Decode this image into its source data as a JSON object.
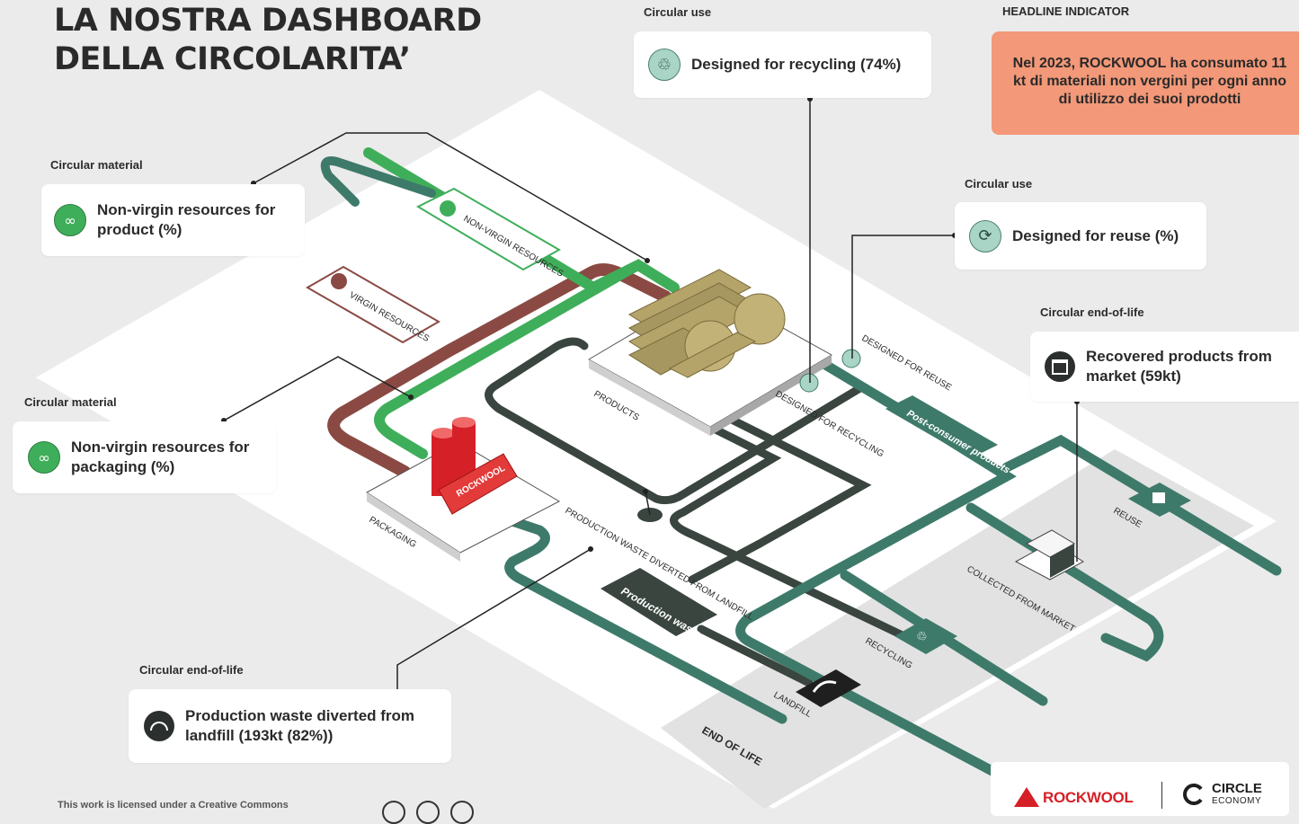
{
  "title": {
    "line1": "LA NOSTRA DASHBOARD",
    "line2": "DELLA CIRCOLARITA’"
  },
  "headline": {
    "label": "HEADLINE INDICATOR",
    "text_pre": "Nel 2023, ROCKWOOL ha consumato",
    "text_bold": "11 kt",
    "text_post": "di materiali non vergini per ogni anno di utilizzo dei suoi prodotti"
  },
  "indicators": [
    {
      "category": "Circular use",
      "label": "Designed for recycling (74%)",
      "icon": "recycle-icon"
    },
    {
      "category": "Circular material",
      "label": "Non-virgin resources for product (%)",
      "icon": "infinity-icon"
    },
    {
      "category": "Circular use",
      "label": "Designed for reuse (%)",
      "icon": "reuse-cycle-icon"
    },
    {
      "category": "Circular end-of-life",
      "label": "Recovered products from market (59kt)",
      "icon": "store-icon"
    },
    {
      "category": "Circular material",
      "label": "Non-virgin resources for packaging (%)",
      "icon": "infinity-icon"
    },
    {
      "category": "Circular end-of-life",
      "label": "Production waste diverted from landfill (193kt (82%))",
      "icon": "landfill-icon"
    }
  ],
  "diagram_labels": {
    "non_virgin": "NON-VIRGIN RESOURCES",
    "virgin": "VIRGIN RESOURCES",
    "products": "PRODUCTS",
    "packaging": "PACKAGING",
    "designed_reuse": "DESIGNED FOR REUSE",
    "designed_recycling": "DESIGNED FOR RECYCLING",
    "post_consumer": "Post-consumer products",
    "production_waste_diverted": "PRODUCTION WASTE DIVERTED FROM LANDFILL",
    "production_waste": "Production waste",
    "landfill": "LANDFILL",
    "recycling": "RECYCLING",
    "collected": "COLLECTED FROM MARKET",
    "reuse": "REUSE",
    "end_of_life": "END OF LIFE",
    "rockwool_pack": "ROCKWOOL"
  },
  "footer": {
    "license": "This work is licensed under a Creative Commons",
    "logo_rockwool": "ROCKWOOL",
    "logo_circle": "CIRCLE",
    "logo_economy": "ECONOMY"
  },
  "colors": {
    "green": "#3fae5a",
    "teal": "#3e7a6a",
    "brown": "#8a4a43",
    "dark": "#3a4540",
    "orange": "#f39878",
    "red": "#d62027"
  }
}
